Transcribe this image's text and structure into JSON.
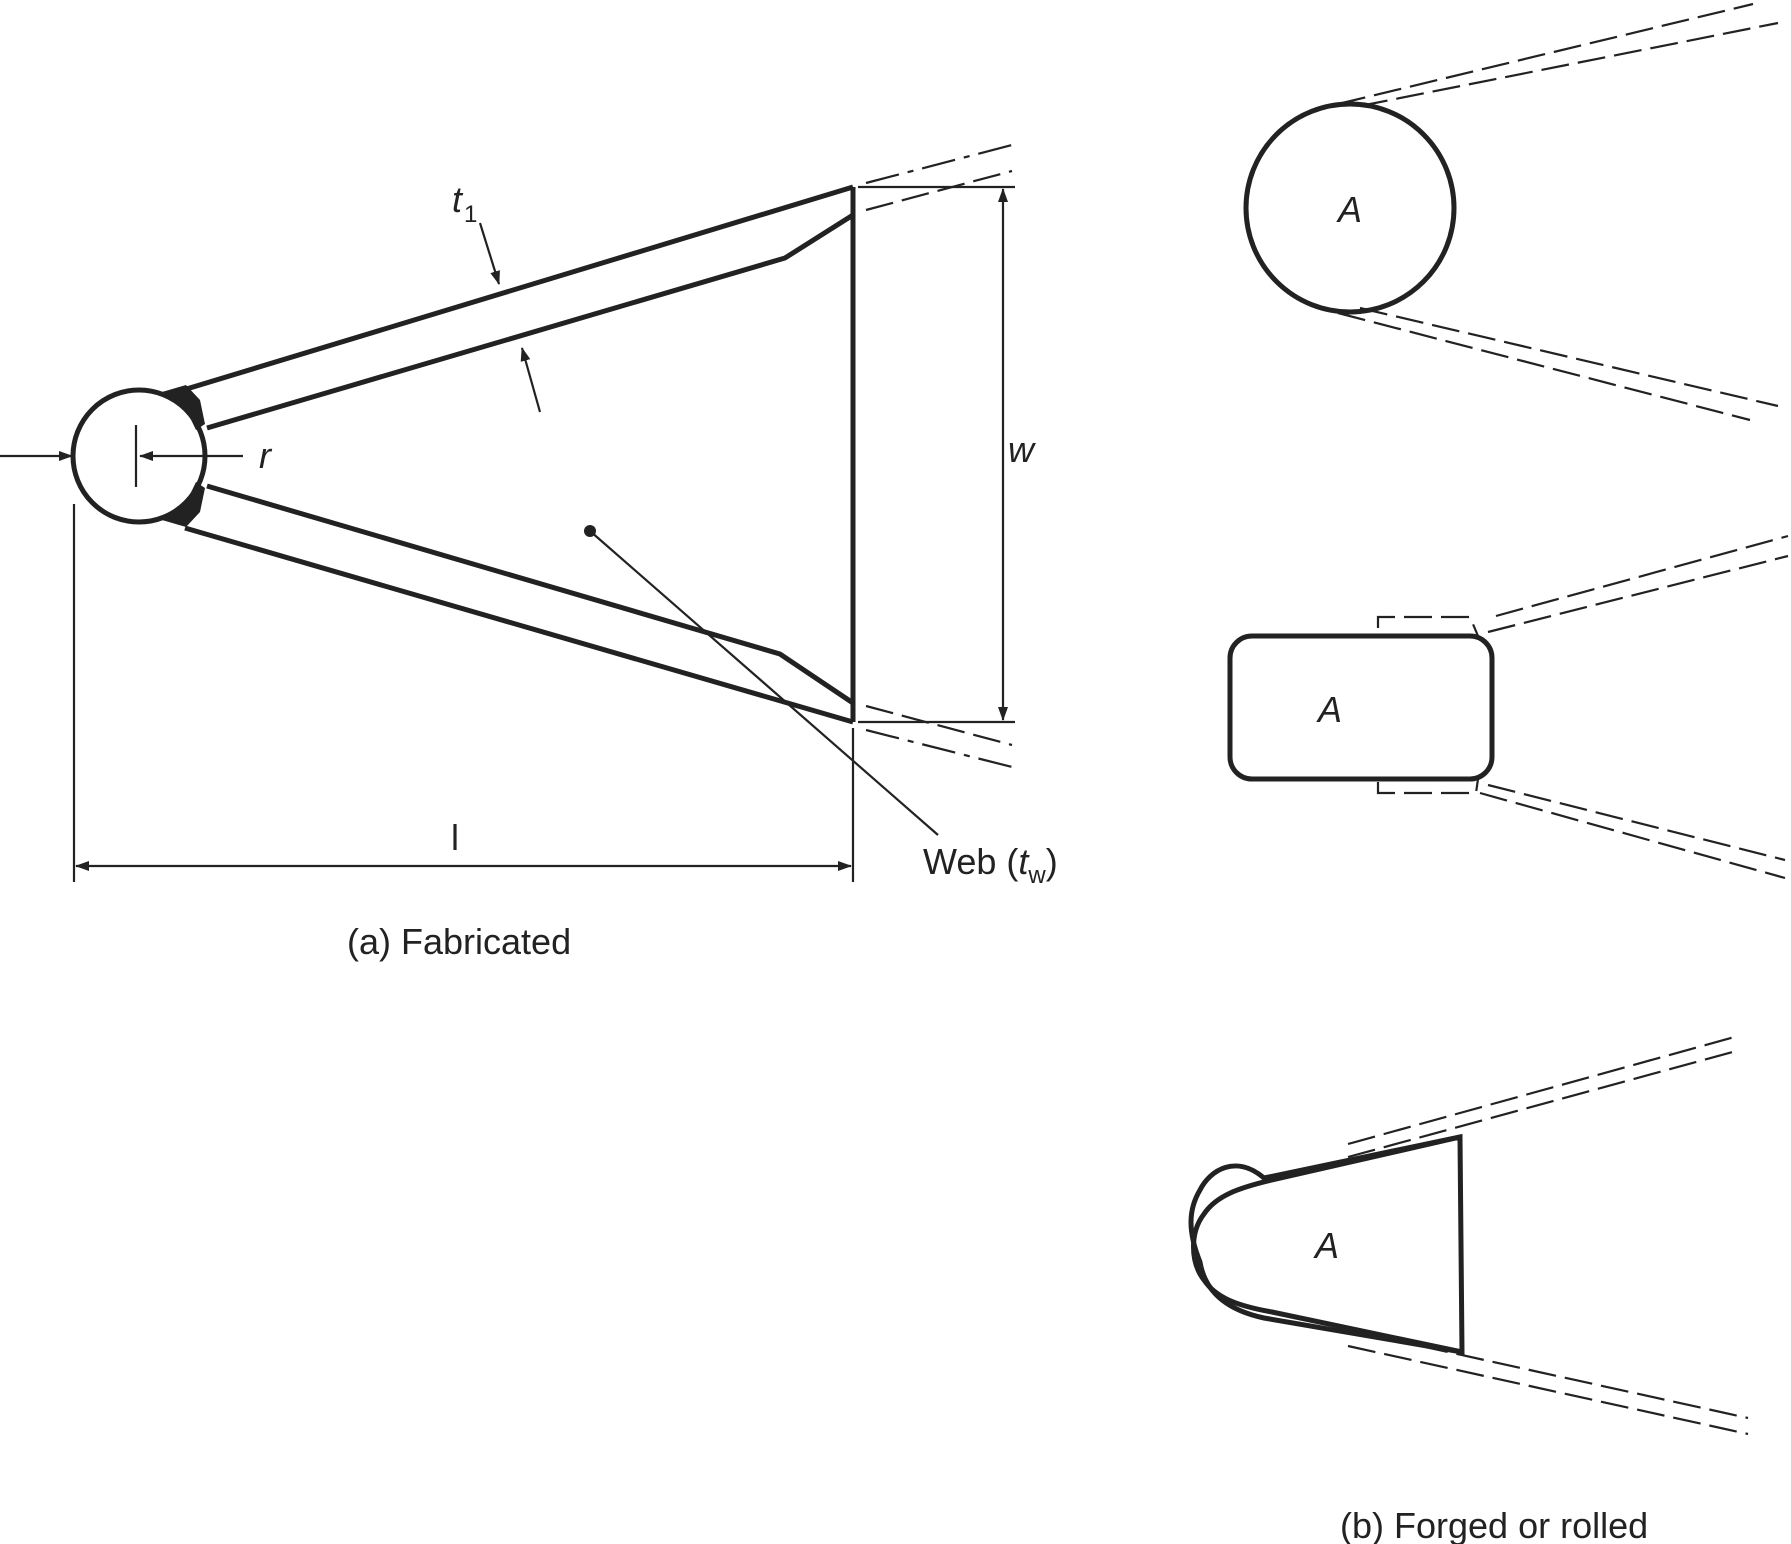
{
  "figure_a": {
    "caption": "(a)  Fabricated",
    "labels": {
      "flange_thickness": "t",
      "flange_thickness_sub": "1",
      "radius": "r",
      "width": "w",
      "length": "l",
      "web_prefix": "Web (",
      "web_t": "t",
      "web_sub": "w",
      "web_suffix": ")"
    }
  },
  "figure_b": {
    "caption": "(b) Forged or rolled",
    "area_labels": [
      "A",
      "A",
      "A"
    ]
  }
}
